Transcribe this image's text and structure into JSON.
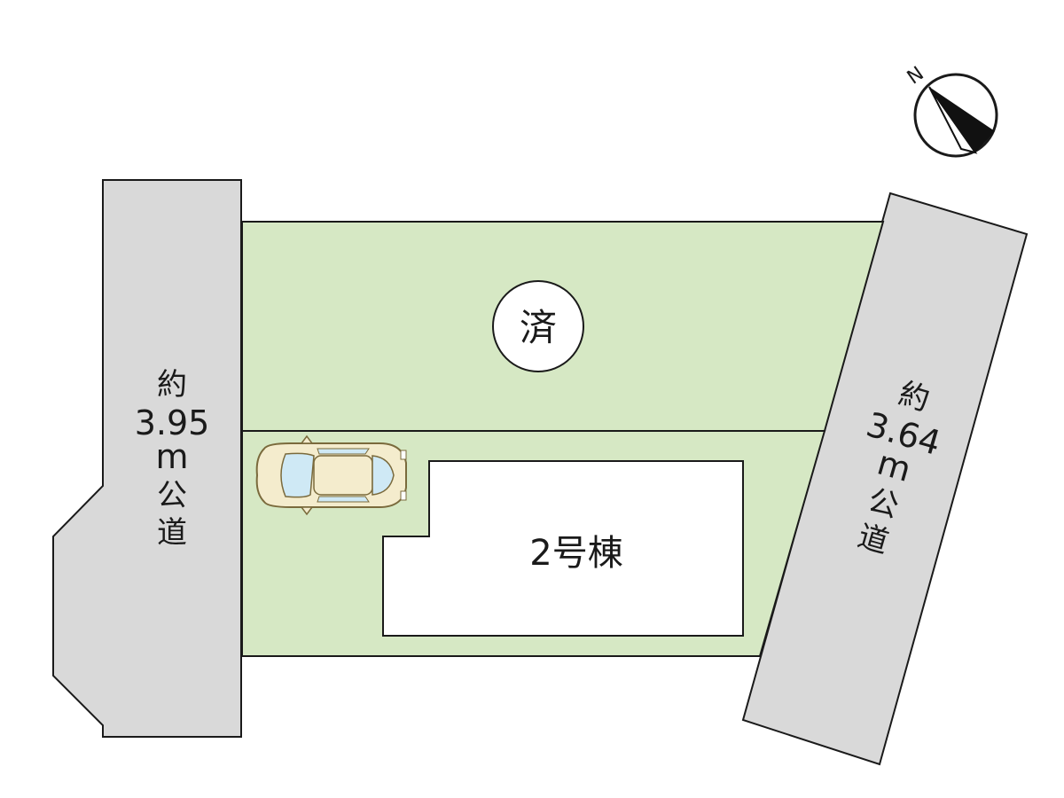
{
  "colors": {
    "lot_fill": "#d6e8c4",
    "road_fill": "#d9d9d9",
    "building_fill": "#ffffff",
    "outline": "#1a1a1a"
  },
  "compass": {
    "north_label": "N",
    "icon": "north-arrow-icon"
  },
  "left_road": {
    "line1": "約",
    "line2": "3.95",
    "line3": "m",
    "line4": "公",
    "line5": "道"
  },
  "right_road": {
    "line1": "約",
    "line2": "3.64",
    "line3": "m",
    "line4": "公",
    "line5": "道"
  },
  "lot_sold": {
    "badge_text": "済"
  },
  "lot_2": {
    "building_label": "2号棟"
  },
  "parking": {
    "icon": "car-icon"
  }
}
